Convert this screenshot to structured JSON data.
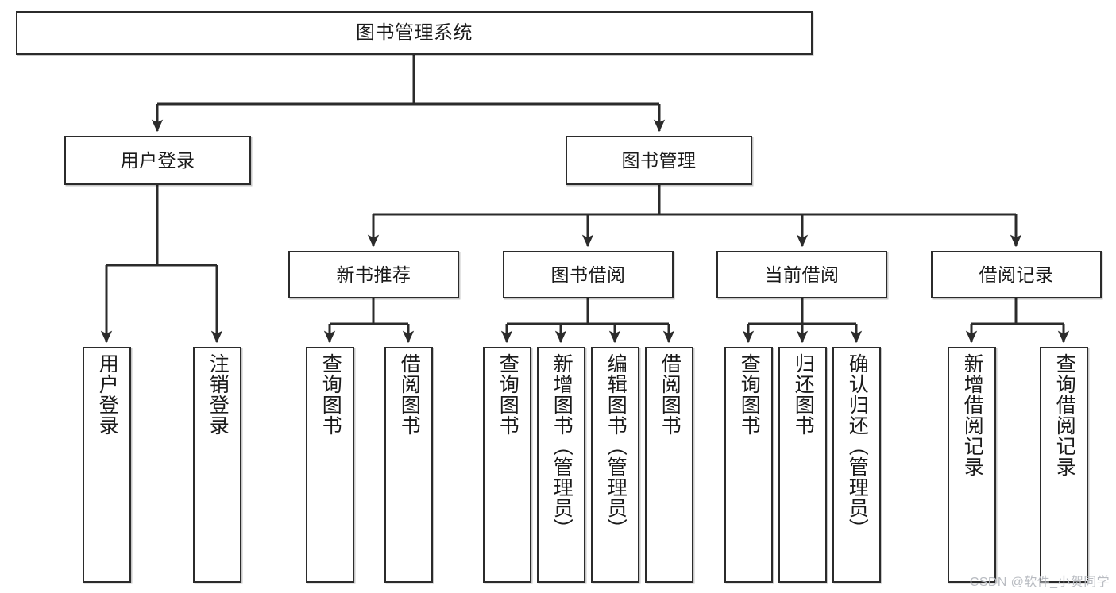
{
  "diagram": {
    "title": "图书管理系统",
    "watermark": "CSDN @软件_小贺同学",
    "colors": {
      "box_border": "#2b2b2b",
      "box_fill": "#ffffff",
      "text": "#1a1a1a",
      "connector": "#2b2b2b",
      "watermark": "#b9bcc2",
      "background": "#ffffff"
    },
    "levels": {
      "root": "图书管理系统",
      "level1": [
        "用户登录",
        "图书管理"
      ],
      "level2": [
        "新书推荐",
        "图书借阅",
        "当前借阅",
        "借阅记录"
      ]
    },
    "nodes": {
      "root": {
        "label": "图书管理系统"
      },
      "user_login": {
        "label": "用户登录"
      },
      "book_manage": {
        "label": "图书管理"
      },
      "new_book_rec": {
        "label": "新书推荐"
      },
      "book_borrow": {
        "label": "图书借阅"
      },
      "current_borrow": {
        "label": "当前借阅"
      },
      "borrow_record": {
        "label": "借阅记录"
      },
      "leaf_user_login": {
        "label": "用户登录"
      },
      "leaf_logout": {
        "label": "注销登录"
      },
      "leaf_query_book_1": {
        "label": "查询图书"
      },
      "leaf_borrow_book_1": {
        "label": "借阅图书"
      },
      "leaf_query_book_2": {
        "label": "查询图书"
      },
      "leaf_add_book": {
        "label": "新增图书（管理员）"
      },
      "leaf_edit_book": {
        "label": "编辑图书（管理员）"
      },
      "leaf_borrow_book_2": {
        "label": "借阅图书"
      },
      "leaf_query_book_3": {
        "label": "查询图书"
      },
      "leaf_return_book": {
        "label": "归还图书"
      },
      "leaf_confirm_return": {
        "label": "确认归还（管理员）"
      },
      "leaf_add_record": {
        "label": "新增借阅记录"
      },
      "leaf_query_record": {
        "label": "查询借阅记录"
      }
    },
    "tree": [
      {
        "label": "图书管理系统",
        "children": [
          {
            "label": "用户登录",
            "children": [
              {
                "label": "用户登录"
              },
              {
                "label": "注销登录"
              }
            ]
          },
          {
            "label": "图书管理",
            "children": [
              {
                "label": "新书推荐",
                "children": [
                  {
                    "label": "查询图书"
                  },
                  {
                    "label": "借阅图书"
                  }
                ]
              },
              {
                "label": "图书借阅",
                "children": [
                  {
                    "label": "查询图书"
                  },
                  {
                    "label": "新增图书（管理员）"
                  },
                  {
                    "label": "编辑图书（管理员）"
                  },
                  {
                    "label": "借阅图书"
                  }
                ]
              },
              {
                "label": "当前借阅",
                "children": [
                  {
                    "label": "查询图书"
                  },
                  {
                    "label": "归还图书"
                  },
                  {
                    "label": "确认归还（管理员）"
                  }
                ]
              },
              {
                "label": "借阅记录",
                "children": [
                  {
                    "label": "新增借阅记录"
                  },
                  {
                    "label": "查询借阅记录"
                  }
                ]
              }
            ]
          }
        ]
      }
    ]
  }
}
